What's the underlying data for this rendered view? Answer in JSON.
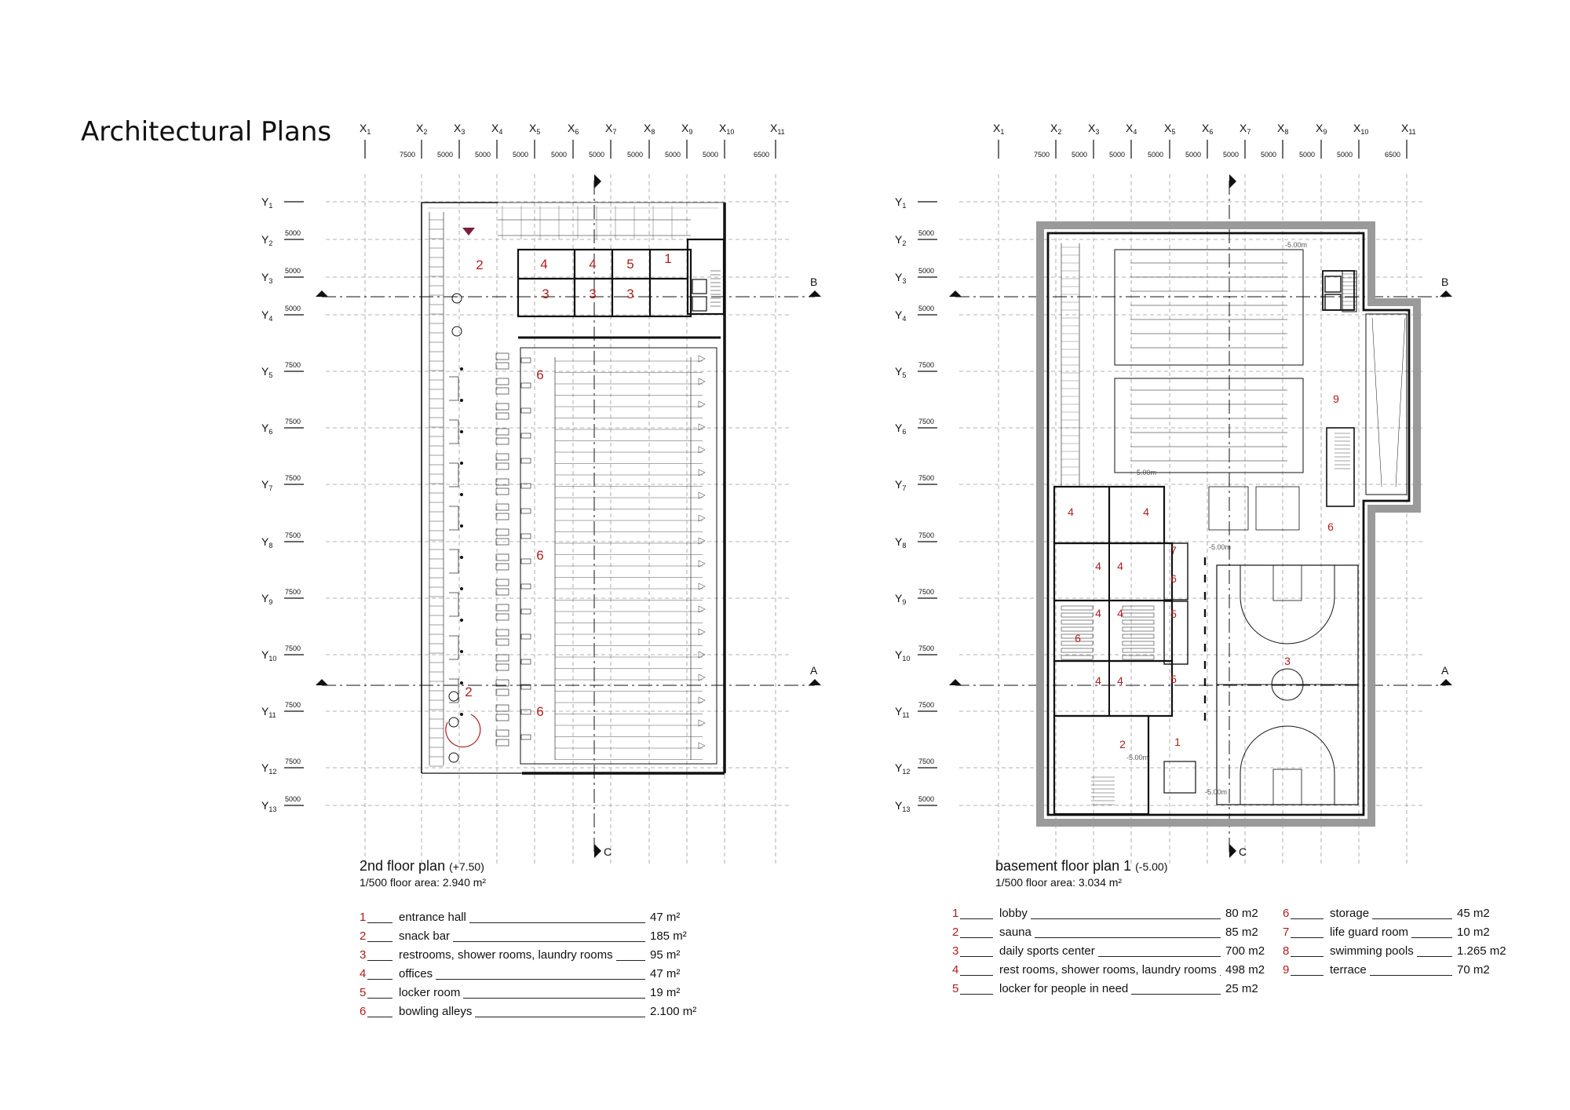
{
  "title": "Architectural Plans",
  "axis_x": [
    "X1",
    "X2",
    "X3",
    "X4",
    "X5",
    "X6",
    "X7",
    "X8",
    "X9",
    "X10",
    "X11"
  ],
  "axis_y": [
    "Y1",
    "Y2",
    "Y3",
    "Y4",
    "Y5",
    "Y6",
    "Y7",
    "Y8",
    "Y9",
    "Y10",
    "Y11",
    "Y12",
    "Y13"
  ],
  "x_spans": [
    "7500",
    "5000",
    "5000",
    "5000",
    "5000",
    "5000",
    "5000",
    "5000",
    "5000",
    "6500"
  ],
  "y_spans": [
    "5000",
    "5000",
    "5000",
    "7500",
    "7500",
    "7500",
    "7500",
    "7500",
    "7500",
    "7500",
    "7500",
    "5000"
  ],
  "section_labels": {
    "a": "A",
    "b": "B",
    "c": "C"
  },
  "plan1": {
    "title": "2nd  floor plan",
    "level": "(+7.50)",
    "scale": "1/500  floor area: 2.940 m²",
    "room_tags": [
      "1",
      "2",
      "3",
      "4",
      "5",
      "6"
    ],
    "legend": [
      {
        "num": "1",
        "name": "entrance hall",
        "area": "47 m²"
      },
      {
        "num": "2",
        "name": "snack bar",
        "area": "185 m²"
      },
      {
        "num": "3",
        "name": "restrooms, shower rooms, laundry rooms",
        "area": "95 m²"
      },
      {
        "num": "4",
        "name": "offices",
        "area": "47 m²"
      },
      {
        "num": "5",
        "name": "locker room",
        "area": "19 m²"
      },
      {
        "num": "6",
        "name": "bowling alleys",
        "area": "2.100 m²"
      }
    ]
  },
  "plan2": {
    "title": "basement floor plan 1",
    "level": "(-5.00)",
    "scale": "1/500  floor area: 3.034 m²",
    "level_marks": [
      "-5.00m",
      "-5.00m",
      "-5.00m",
      "-5.00m",
      "-5.00m"
    ],
    "room_tags": [
      "1",
      "2",
      "3",
      "4",
      "5",
      "6",
      "7",
      "9"
    ],
    "legend_left": [
      {
        "num": "1",
        "name": "lobby",
        "area": "80 m2"
      },
      {
        "num": "2",
        "name": "sauna",
        "area": "85 m2"
      },
      {
        "num": "3",
        "name": "daily sports center",
        "area": "700 m2"
      },
      {
        "num": "4",
        "name": "rest rooms, shower rooms, laundry rooms",
        "area": "498 m2"
      },
      {
        "num": "5",
        "name": "locker for people in need",
        "area": "25 m2"
      }
    ],
    "legend_right": [
      {
        "num": "6",
        "name": "storage",
        "area": "45 m2"
      },
      {
        "num": "7",
        "name": "life guard room",
        "area": "10 m2"
      },
      {
        "num": "8",
        "name": "swimming pools",
        "area": "1.265 m2"
      },
      {
        "num": "9",
        "name": "terrace",
        "area": "70 m2"
      }
    ]
  },
  "colors": {
    "line": "#111111",
    "grid": "#9a9a9a",
    "accent": "#b01c1c",
    "shell": "#9a9a9a"
  }
}
